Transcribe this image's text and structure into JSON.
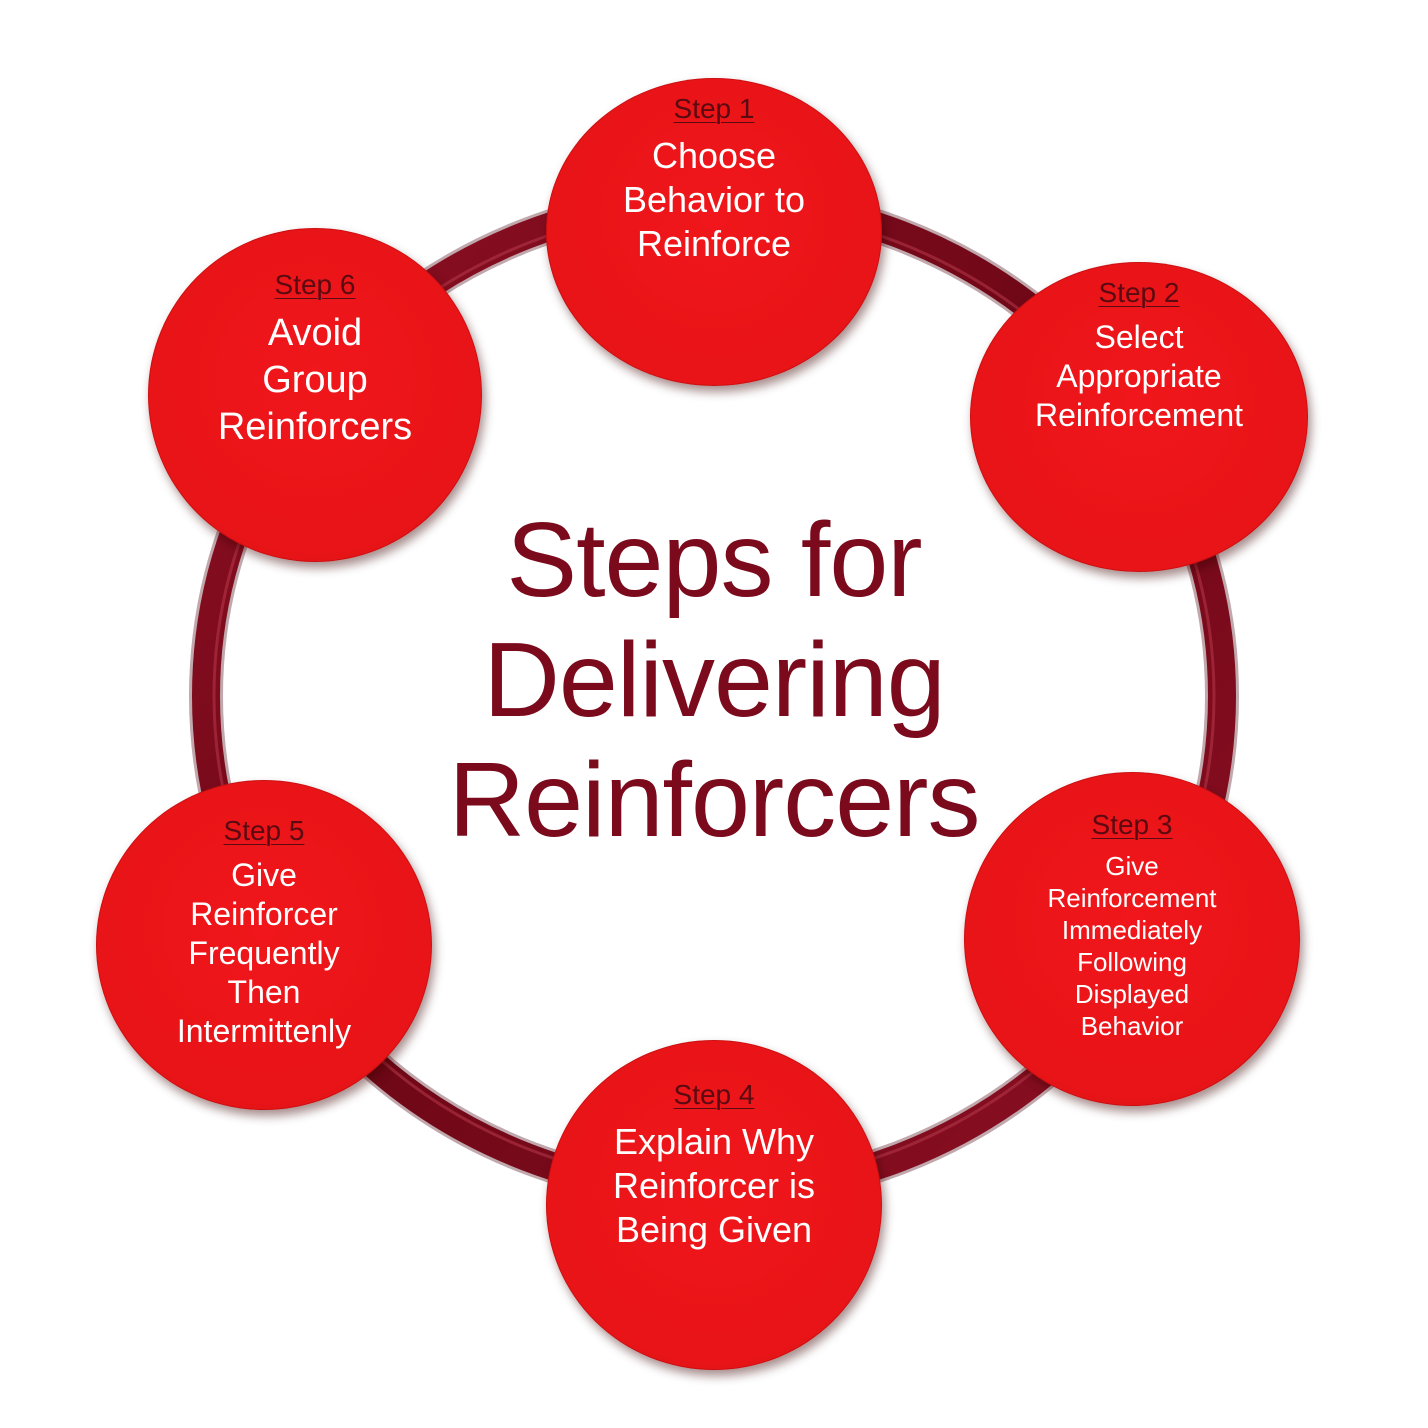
{
  "title": {
    "lines": [
      "Steps for",
      "Delivering",
      "Reinforcers"
    ]
  },
  "colors": {
    "ring": "#7b0a1c",
    "step_fill": "#e81417",
    "title": "#7b0a1c",
    "step_label": "#5a0a10",
    "step_text": "#ffffff"
  },
  "steps": [
    {
      "label": "Step 1",
      "lines": [
        "Choose",
        "Behavior to",
        "Reinforce"
      ]
    },
    {
      "label": "Step 2",
      "lines": [
        "Select",
        "Appropriate",
        "Reinforcement"
      ]
    },
    {
      "label": "Step 3",
      "lines": [
        "Give",
        "Reinforcement",
        "Immediately",
        "Following",
        "Displayed",
        "Behavior"
      ]
    },
    {
      "label": "Step 4",
      "lines": [
        "Explain Why",
        "Reinforcer is",
        "Being Given"
      ]
    },
    {
      "label": "Step 5",
      "lines": [
        "Give",
        "Reinforcer",
        "Frequently",
        "Then",
        "Intermittenly"
      ]
    },
    {
      "label": "Step 6",
      "lines": [
        "Avoid",
        "Group",
        "Reinforcers"
      ]
    }
  ]
}
